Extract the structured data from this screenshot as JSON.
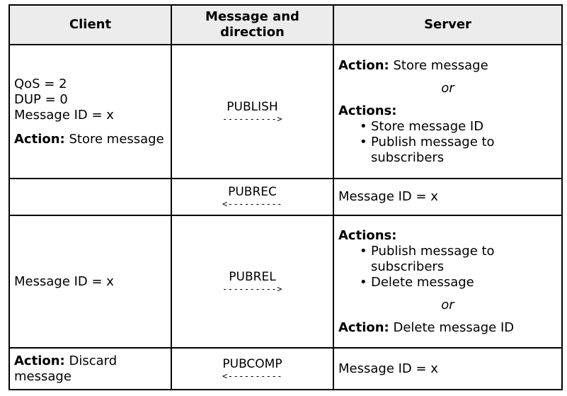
{
  "headers": {
    "client": "Client",
    "message": "Message and direction",
    "server": "Server"
  },
  "row1": {
    "client_lines": [
      "QoS = 2",
      "DUP = 0",
      "Message ID = x"
    ],
    "client_action_label": "Action:",
    "client_action_text": " Store message",
    "message": "PUBLISH",
    "arrow": "---------->",
    "server_action_label": "Action:",
    "server_action_text": " Store message",
    "or": "or",
    "server_actions_label": "Actions:",
    "server_actions_items": [
      "Store message ID",
      "Publish message to subscribers"
    ]
  },
  "row2": {
    "message": "PUBREC",
    "arrow": "<----------",
    "server_text": "Message ID = x"
  },
  "row3": {
    "client_text": "Message ID = x",
    "message": "PUBREL",
    "arrow": "---------->",
    "server_actions_label": "Actions:",
    "server_actions_items": [
      "Publish message to subscribers",
      "Delete message"
    ],
    "or": "or",
    "server_action_label": "Action:",
    "server_action_text": " Delete message ID"
  },
  "row4": {
    "client_action_label": "Action:",
    "client_action_text": " Discard message",
    "message": "PUBCOMP",
    "arrow": "<----------",
    "server_text": "Message ID = x"
  }
}
